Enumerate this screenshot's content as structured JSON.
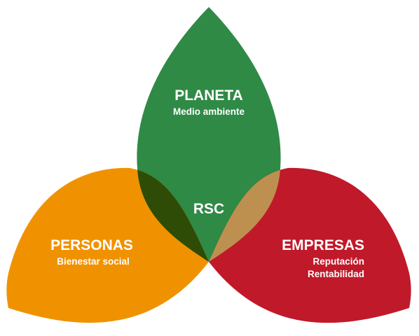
{
  "planeta": {
    "title": "PLANETA",
    "subtitle": "Medio ambiente",
    "color": "#2F8A46"
  },
  "personas": {
    "title": "PERSONAS",
    "subtitle": "Bienestar social",
    "color": "#F09200"
  },
  "empresas": {
    "title": "EMPRESAS",
    "subtitle_1": "Reputación",
    "subtitle_2": "Rentabilidad",
    "color": "#C0192A"
  },
  "overlaps": {
    "planeta_personas_color": "#2E4C05",
    "planeta_empresas_color": "#BE9050",
    "personas_empresas_color": "#D86019"
  },
  "center": {
    "label": "RSC",
    "color": "#C4521E"
  }
}
